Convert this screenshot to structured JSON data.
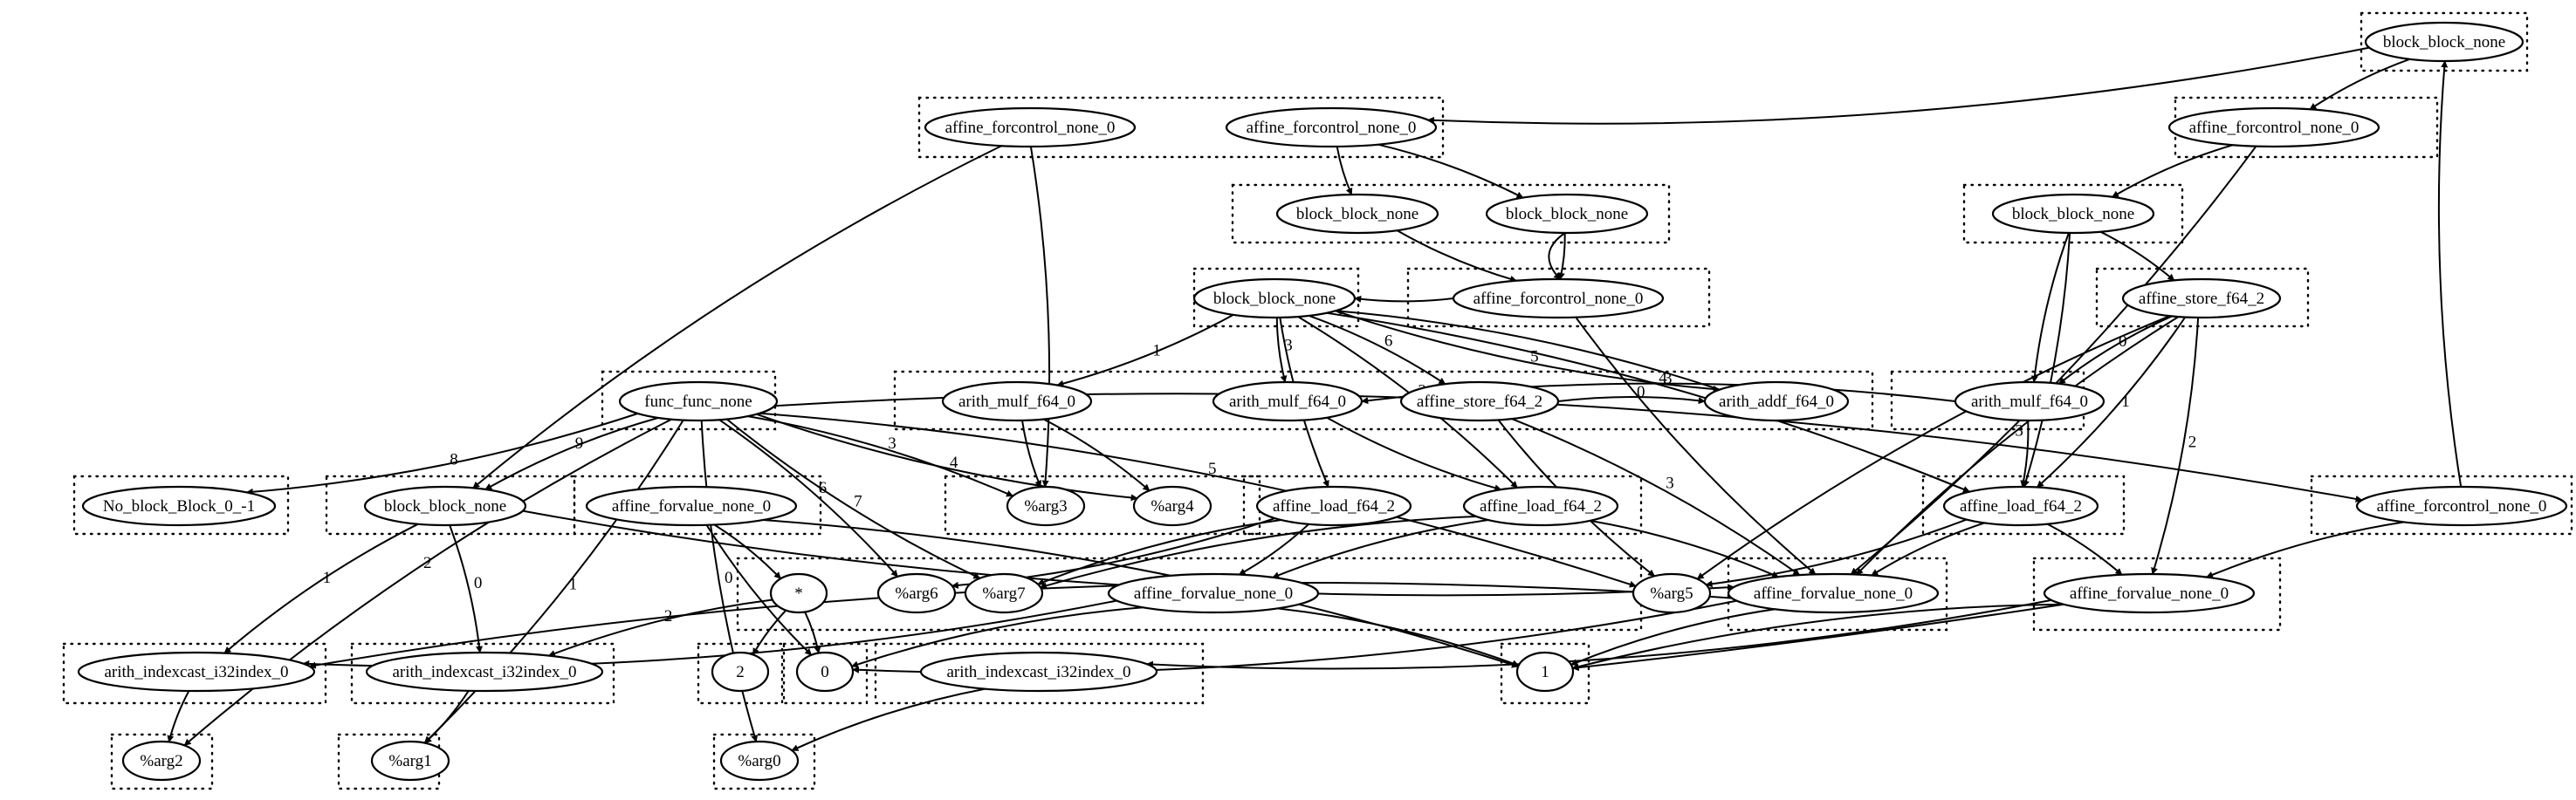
{
  "diagram": {
    "nodes": [
      {
        "id": "n_bb_top",
        "label": "block_block_none"
      },
      {
        "id": "n_afc1",
        "label": "affine_forcontrol_none_0"
      },
      {
        "id": "n_afc2",
        "label": "affine_forcontrol_none_0"
      },
      {
        "id": "n_afc_r",
        "label": "affine_forcontrol_none_0"
      },
      {
        "id": "n_bb_a",
        "label": "block_block_none"
      },
      {
        "id": "n_bb_b",
        "label": "block_block_none"
      },
      {
        "id": "n_bb_r",
        "label": "block_block_none"
      },
      {
        "id": "n_bb_c",
        "label": "block_block_none"
      },
      {
        "id": "n_afc_mid",
        "label": "affine_forcontrol_none_0"
      },
      {
        "id": "n_astore_r",
        "label": "affine_store_f64_2"
      },
      {
        "id": "n_func",
        "label": "func_func_none"
      },
      {
        "id": "n_mul1",
        "label": "arith_mulf_f64_0"
      },
      {
        "id": "n_mul2",
        "label": "arith_mulf_f64_0"
      },
      {
        "id": "n_astore_m",
        "label": "affine_store_f64_2"
      },
      {
        "id": "n_addf",
        "label": "arith_addf_f64_0"
      },
      {
        "id": "n_mul3",
        "label": "arith_mulf_f64_0"
      },
      {
        "id": "n_noblock",
        "label": "No_block_Block_0_-1"
      },
      {
        "id": "n_bb_f",
        "label": "block_block_none"
      },
      {
        "id": "n_afv1",
        "label": "affine_forvalue_none_0"
      },
      {
        "id": "n_arg3",
        "label": "%arg3"
      },
      {
        "id": "n_arg4",
        "label": "%arg4"
      },
      {
        "id": "n_load1",
        "label": "affine_load_f64_2"
      },
      {
        "id": "n_load2",
        "label": "affine_load_f64_2"
      },
      {
        "id": "n_load3",
        "label": "affine_load_f64_2"
      },
      {
        "id": "n_afc_br",
        "label": "affine_forcontrol_none_0"
      },
      {
        "id": "n_star",
        "label": "*"
      },
      {
        "id": "n_arg6",
        "label": "%arg6"
      },
      {
        "id": "n_arg7",
        "label": "%arg7"
      },
      {
        "id": "n_afv2",
        "label": "affine_forvalue_none_0"
      },
      {
        "id": "n_arg5",
        "label": "%arg5"
      },
      {
        "id": "n_afv3",
        "label": "affine_forvalue_none_0"
      },
      {
        "id": "n_afv4",
        "label": "affine_forvalue_none_0"
      },
      {
        "id": "n_aic1",
        "label": "arith_indexcast_i32index_0"
      },
      {
        "id": "n_aic2",
        "label": "arith_indexcast_i32index_0"
      },
      {
        "id": "n_c2",
        "label": "2"
      },
      {
        "id": "n_c0",
        "label": "0"
      },
      {
        "id": "n_aic3",
        "label": "arith_indexcast_i32index_0"
      },
      {
        "id": "n_c1",
        "label": "1"
      },
      {
        "id": "n_arg2",
        "label": "%arg2"
      },
      {
        "id": "n_arg1",
        "label": "%arg1"
      },
      {
        "id": "n_arg0",
        "label": "%arg0"
      }
    ],
    "edges": [
      {
        "from": "n_bb_top",
        "to": "n_afc2",
        "label": ""
      },
      {
        "from": "n_bb_top",
        "to": "n_afc_r",
        "label": ""
      },
      {
        "from": "n_afc_br",
        "to": "n_bb_top",
        "label": ""
      },
      {
        "from": "n_afc2",
        "to": "n_bb_a",
        "label": ""
      },
      {
        "from": "n_afc2",
        "to": "n_bb_b",
        "label": ""
      },
      {
        "from": "n_afc1",
        "to": "n_bb_f",
        "label": ""
      },
      {
        "from": "n_afc1",
        "to": "n_arg3",
        "label": ""
      },
      {
        "from": "n_afc_r",
        "to": "n_bb_r",
        "label": ""
      },
      {
        "from": "n_afc_r",
        "to": "n_afv3",
        "label": ""
      },
      {
        "from": "n_bb_a",
        "to": "n_afc_mid",
        "label": ""
      },
      {
        "from": "n_bb_b",
        "to": "n_afc_mid",
        "label": ""
      },
      {
        "from": "n_bb_b",
        "to": "n_afc_mid",
        "label": ""
      },
      {
        "from": "n_afc_mid",
        "to": "n_bb_c",
        "label": ""
      },
      {
        "from": "n_afc_mid",
        "to": "n_afv3",
        "label": ""
      },
      {
        "from": "n_bb_r",
        "to": "n_astore_r",
        "label": ""
      },
      {
        "from": "n_bb_r",
        "to": "n_mul3",
        "label": ""
      },
      {
        "from": "n_bb_r",
        "to": "n_load3",
        "label": ""
      },
      {
        "from": "n_astore_r",
        "to": "n_mul3",
        "label": "0"
      },
      {
        "from": "n_astore_r",
        "to": "n_load3",
        "label": "1"
      },
      {
        "from": "n_astore_r",
        "to": "n_afv3",
        "label": "3"
      },
      {
        "from": "n_astore_r",
        "to": "n_afv4",
        "label": "2"
      },
      {
        "from": "n_astore_r",
        "to": "n_arg5",
        "label": ""
      },
      {
        "from": "n_bb_c",
        "to": "n_mul1",
        "label": "1"
      },
      {
        "from": "n_bb_c",
        "to": "n_mul2",
        "label": "3"
      },
      {
        "from": "n_bb_c",
        "to": "n_astore_m",
        "label": "6"
      },
      {
        "from": "n_bb_c",
        "to": "n_load1",
        "label": "0"
      },
      {
        "from": "n_bb_c",
        "to": "n_load2",
        "label": "2"
      },
      {
        "from": "n_bb_c",
        "to": "n_addf",
        "label": "5"
      },
      {
        "from": "n_bb_c",
        "to": "n_load3",
        "label": "4"
      },
      {
        "from": "n_addf",
        "to": "n_bb_c",
        "label": ""
      },
      {
        "from": "n_astore_m",
        "to": "n_addf",
        "label": "0"
      },
      {
        "from": "n_astore_m",
        "to": "n_arg5",
        "label": "1"
      },
      {
        "from": "n_astore_m",
        "to": "n_afv3",
        "label": "3"
      },
      {
        "from": "n_mul1",
        "to": "n_arg3",
        "label": ""
      },
      {
        "from": "n_mul1",
        "to": "n_arg4",
        "label": ""
      },
      {
        "from": "n_mul2",
        "to": "n_load2",
        "label": ""
      },
      {
        "from": "n_mul3",
        "to": "n_load3",
        "label": ""
      },
      {
        "from": "n_mul3",
        "to": "n_mul2",
        "label": "3"
      },
      {
        "from": "n_func",
        "to": "n_noblock",
        "label": "8"
      },
      {
        "from": "n_func",
        "to": "n_bb_f",
        "label": "9"
      },
      {
        "from": "n_func",
        "to": "n_arg6",
        "label": "6"
      },
      {
        "from": "n_func",
        "to": "n_arg7",
        "label": "7"
      },
      {
        "from": "n_func",
        "to": "n_arg5",
        "label": "5"
      },
      {
        "from": "n_func",
        "to": "n_arg0",
        "label": "0"
      },
      {
        "from": "n_func",
        "to": "n_arg1",
        "label": "1"
      },
      {
        "from": "n_func",
        "to": "n_arg2",
        "label": "2"
      },
      {
        "from": "n_func",
        "to": "n_arg3",
        "label": "3"
      },
      {
        "from": "n_func",
        "to": "n_arg4",
        "label": "4"
      },
      {
        "from": "n_func",
        "to": "n_afc_br",
        "label": ""
      },
      {
        "from": "n_bb_f",
        "to": "n_aic1",
        "label": "1"
      },
      {
        "from": "n_bb_f",
        "to": "n_aic2",
        "label": "0"
      },
      {
        "from": "n_bb_f",
        "to": "n_afv3",
        "label": ""
      },
      {
        "from": "n_afv1",
        "to": "n_star",
        "label": ""
      },
      {
        "from": "n_afv1",
        "to": "n_c0",
        "label": ""
      },
      {
        "from": "n_afv1",
        "to": "n_c1",
        "label": ""
      },
      {
        "from": "n_star",
        "to": "n_c2",
        "label": ""
      },
      {
        "from": "n_star",
        "to": "n_c0",
        "label": ""
      },
      {
        "from": "n_star",
        "to": "n_aic2",
        "label": "2"
      },
      {
        "from": "n_load1",
        "to": "n_arg6",
        "label": ""
      },
      {
        "from": "n_load1",
        "to": "n_arg7",
        "label": ""
      },
      {
        "from": "n_load1",
        "to": "n_afv2",
        "label": ""
      },
      {
        "from": "n_load2",
        "to": "n_afv2",
        "label": ""
      },
      {
        "from": "n_load2",
        "to": "n_afv3",
        "label": ""
      },
      {
        "from": "n_load2",
        "to": "n_arg7",
        "label": ""
      },
      {
        "from": "n_load3",
        "to": "n_arg5",
        "label": ""
      },
      {
        "from": "n_load3",
        "to": "n_afv3",
        "label": ""
      },
      {
        "from": "n_load3",
        "to": "n_afv4",
        "label": ""
      },
      {
        "from": "n_afc_br",
        "to": "n_afv4",
        "label": ""
      },
      {
        "from": "n_afv2",
        "to": "n_aic1",
        "label": ""
      },
      {
        "from": "n_afv2",
        "to": "n_c0",
        "label": ""
      },
      {
        "from": "n_afv2",
        "to": "n_c1",
        "label": ""
      },
      {
        "from": "n_afv3",
        "to": "n_aic1",
        "label": ""
      },
      {
        "from": "n_afv3",
        "to": "n_c0",
        "label": ""
      },
      {
        "from": "n_afv3",
        "to": "n_c1",
        "label": ""
      },
      {
        "from": "n_afv4",
        "to": "n_aic3",
        "label": ""
      },
      {
        "from": "n_afv4",
        "to": "n_c1",
        "label": ""
      },
      {
        "from": "n_afv4",
        "to": "n_c1",
        "label": ""
      },
      {
        "from": "n_aic1",
        "to": "n_arg2",
        "label": ""
      },
      {
        "from": "n_aic2",
        "to": "n_arg1",
        "label": ""
      },
      {
        "from": "n_aic3",
        "to": "n_arg0",
        "label": ""
      }
    ]
  }
}
